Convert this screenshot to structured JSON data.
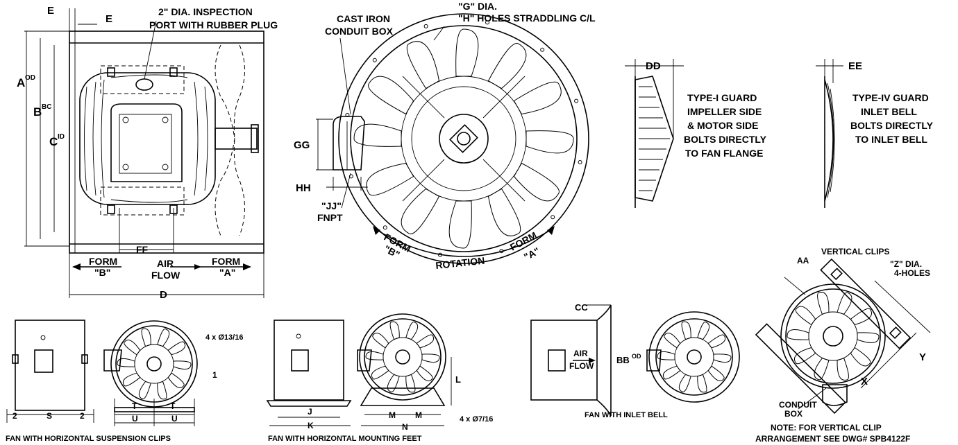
{
  "labels": {
    "e_top": "E",
    "e_side": "E",
    "inspection_1": "2\" DIA. INSPECTION",
    "inspection_2": "PORT WITH RUBBER PLUG",
    "conduit_1": "CAST IRON",
    "conduit_2": "CONDUIT BOX",
    "holes_1": "\"G\" DIA.",
    "holes_2": "\"H\" HOLES STRADDLING C/L",
    "a": "A",
    "a_sup": "OD",
    "b": "B",
    "b_sup": "BC",
    "c": "C",
    "c_sup": "ID",
    "ff": "FF",
    "form_b_left": "FORM",
    "form_b_left_q": "\"B\"",
    "air_1": "AIR",
    "air_2": "FLOW",
    "form_a_left": "FORM",
    "form_a_left_q": "\"A\"",
    "d": "D",
    "gg": "GG",
    "hh": "HH",
    "jj_1": "\"JJ\"",
    "jj_2": "FNPT",
    "form_b_rot": "FORM",
    "form_b_rot_q": "\"B\"",
    "rotation": "ROTATION",
    "form_a_rot": "FORM",
    "form_a_rot_q": "\"A\"",
    "dd": "DD",
    "guard1_1": "TYPE-I GUARD",
    "guard1_2": "IMPELLER SIDE",
    "guard1_3": "& MOTOR SIDE",
    "guard1_4": "BOLTS DIRECTLY",
    "guard1_5": "TO FAN FLANGE",
    "ee": "EE",
    "guard4_1": "TYPE-IV GUARD",
    "guard4_2": "INLET BELL",
    "guard4_3": "BOLTS DIRECTLY",
    "guard4_4": "TO INLET BELL",
    "vertical_clips": "VERTICAL CLIPS",
    "aa": "AA",
    "z_1": "\"Z\" DIA.",
    "z_2": "4-HOLES",
    "y": "Y",
    "x": "X",
    "conduit_box_1": "CONDUIT",
    "conduit_box_2": "BOX",
    "note_1": "NOTE: FOR VERTICAL CLIP",
    "note_2": "ARRANGEMENT SEE DWG# SPB4122F",
    "cc": "CC",
    "bb": "BB",
    "bb_sup": "OD",
    "air_small_1": "AIR",
    "air_small_2": "FLOW",
    "inlet_bell_caption": "FAN WITH INLET BELL",
    "clips_holes": "4 x Ø13/16",
    "one": "1",
    "two_left": "2",
    "s": "S",
    "two_right": "2",
    "t_left": "T",
    "t_right": "T",
    "u_left": "U",
    "u_right": "U",
    "suspension_caption": "FAN WITH HORIZONTAL SUSPENSION CLIPS",
    "l": "L",
    "j": "J",
    "k": "K",
    "m_left": "M",
    "m_right": "M",
    "n": "N",
    "feet_holes": "4 x Ø7/16",
    "feet_caption": "FAN WITH HORIZONTAL MOUNTING FEET"
  }
}
